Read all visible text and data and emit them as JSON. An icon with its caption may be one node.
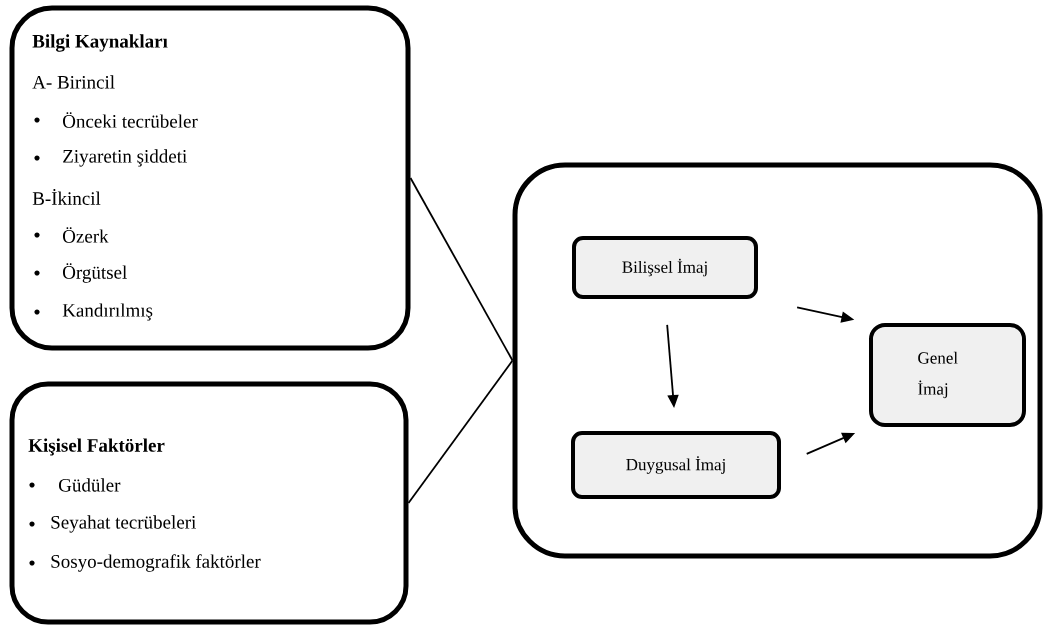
{
  "diagram": {
    "nodes": [
      {
        "text": [
          "Bilgi Kaynakları",
          "A- Birincil",
          "Önceki tecrübeler",
          "Ziyaretin şiddeti",
          "B-İkincil",
          "Özerk",
          "Örgütsel",
          "Kandırılmış"
        ]
      },
      {
        "text": [
          "Kişisel Faktörler",
          "Güdüler",
          "Seyahat tecrübeleri",
          "Sosyo-demografik faktörler"
        ]
      },
      {
        "text": [],
        "shape": "box"
      },
      {
        "text": [
          "Bilişsel İmaj"
        ],
        "in": 2
      },
      {
        "text": [
          "Duygusal İmaj"
        ],
        "in": 2
      },
      {
        "text": [
          "Genel İmaj"
        ],
        "in": 2
      }
    ],
    "edges": [
      {
        "from": 0,
        "to": 2,
        "arrow": "none"
      },
      {
        "from": 1,
        "to": 2,
        "arrow": "none"
      },
      {
        "from": 3,
        "to": 4,
        "arrow": "to"
      },
      {
        "from": 3,
        "to": 5,
        "arrow": "to"
      },
      {
        "from": 4,
        "to": 5,
        "arrow": "to"
      }
    ]
  }
}
